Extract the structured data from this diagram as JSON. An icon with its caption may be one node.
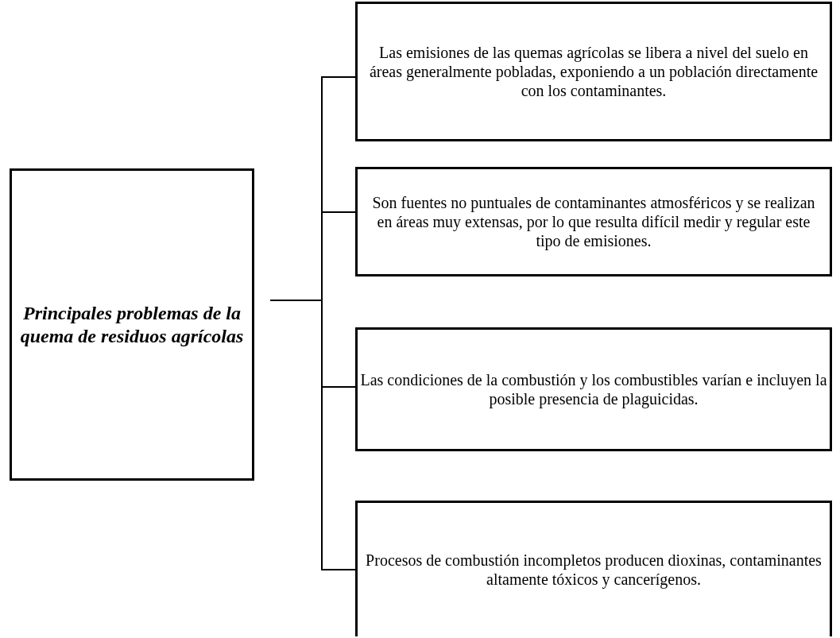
{
  "diagram": {
    "nodes": [
      {
        "text": [
          "Principales problemas de la quema de residuos agrícolas"
        ]
      },
      {
        "text": [
          "Las emisiones de las quemas agrícolas se libera a nivel  del suelo en áreas generalmente pobladas, exponiendo a un población directamente con los contaminantes."
        ]
      },
      {
        "text": [
          "Son fuentes no puntuales de contaminantes atmosféricos y se realizan en áreas muy extensas, por lo que resulta difícil medir y regular este tipo de emisiones."
        ]
      },
      {
        "text": [
          "Las condiciones de la combustión y los combustibles varían e incluyen la posible presencia de plaguicidas."
        ]
      },
      {
        "text": [
          "Procesos de combustión incompletos producen dioxinas, contaminantes altamente tóxicos y cancerígenos."
        ]
      }
    ],
    "edges": [
      {
        "from": 0,
        "to": 1,
        "arrow": "none"
      },
      {
        "from": 0,
        "to": 2,
        "arrow": "none"
      },
      {
        "from": 0,
        "to": 3,
        "arrow": "none"
      },
      {
        "from": 0,
        "to": 4,
        "arrow": "none"
      }
    ]
  }
}
